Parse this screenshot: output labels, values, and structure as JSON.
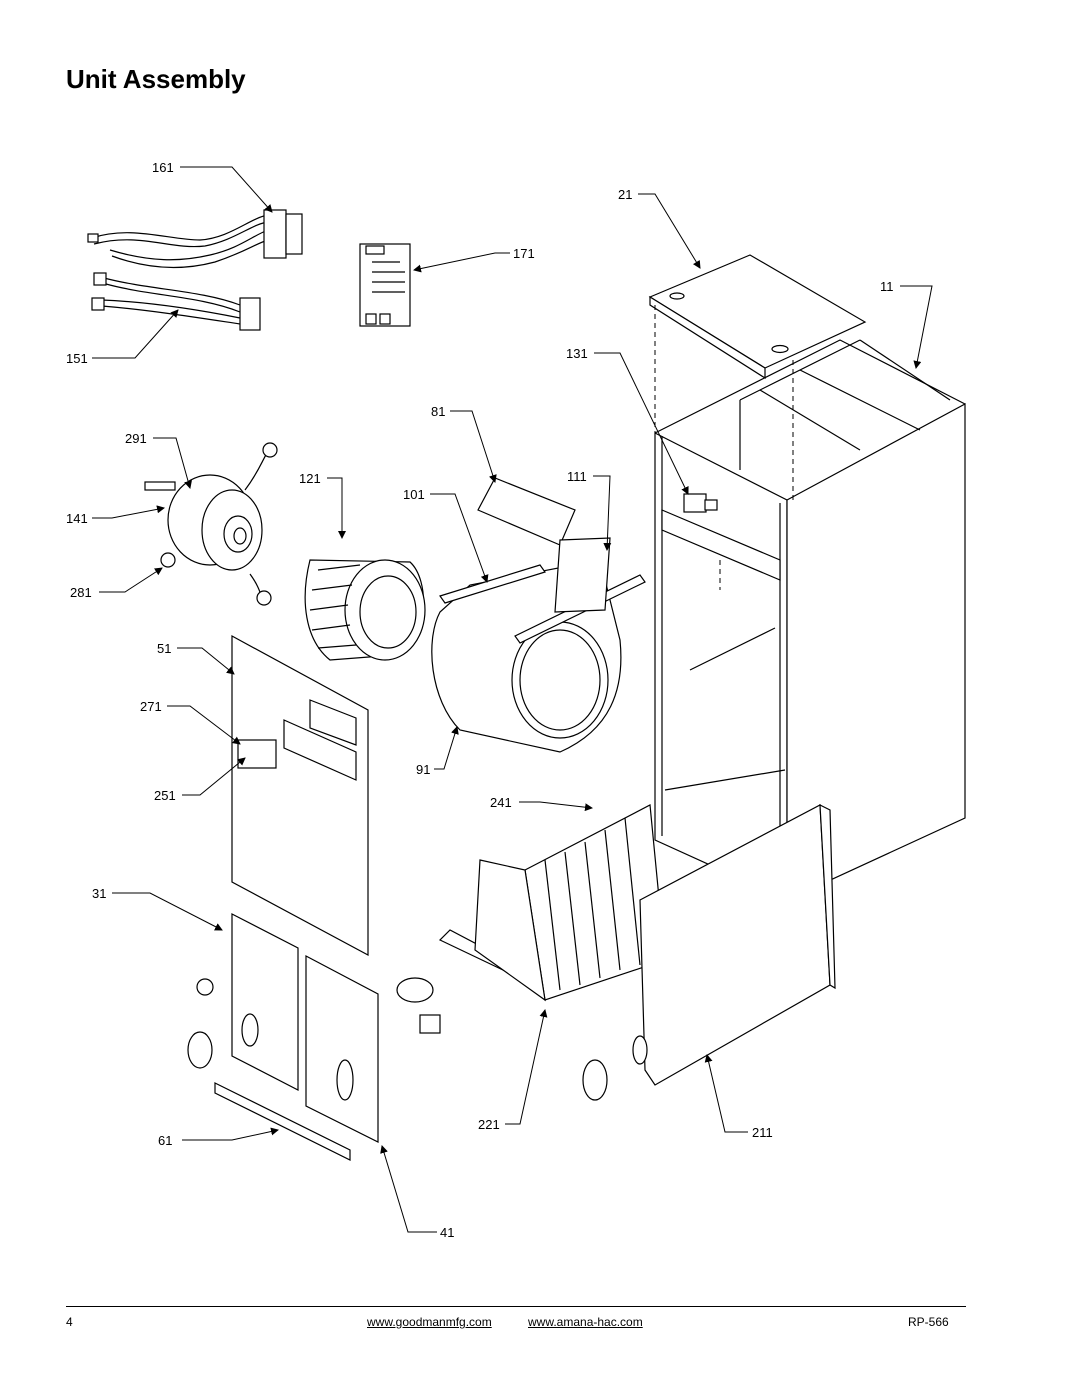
{
  "title": "Unit Assembly",
  "callouts": [
    {
      "id": "161",
      "text": "161"
    },
    {
      "id": "151",
      "text": "151"
    },
    {
      "id": "171",
      "text": "171"
    },
    {
      "id": "21",
      "text": "21"
    },
    {
      "id": "11",
      "text": "11"
    },
    {
      "id": "131",
      "text": "131"
    },
    {
      "id": "81",
      "text": "81"
    },
    {
      "id": "291",
      "text": "291"
    },
    {
      "id": "121",
      "text": "121"
    },
    {
      "id": "101",
      "text": "101"
    },
    {
      "id": "111",
      "text": "111"
    },
    {
      "id": "141",
      "text": "141"
    },
    {
      "id": "281",
      "text": "281"
    },
    {
      "id": "51",
      "text": "51"
    },
    {
      "id": "271",
      "text": "271"
    },
    {
      "id": "91",
      "text": "91"
    },
    {
      "id": "251",
      "text": "251"
    },
    {
      "id": "241",
      "text": "241"
    },
    {
      "id": "31",
      "text": "31"
    },
    {
      "id": "221",
      "text": "221"
    },
    {
      "id": "211",
      "text": "211"
    },
    {
      "id": "61",
      "text": "61"
    },
    {
      "id": "41",
      "text": "41"
    }
  ],
  "footer": {
    "page_number": "4",
    "link1": "www.goodmanmfg.com",
    "link2": "www.amana-hac.com",
    "doc_code": "RP-566"
  }
}
